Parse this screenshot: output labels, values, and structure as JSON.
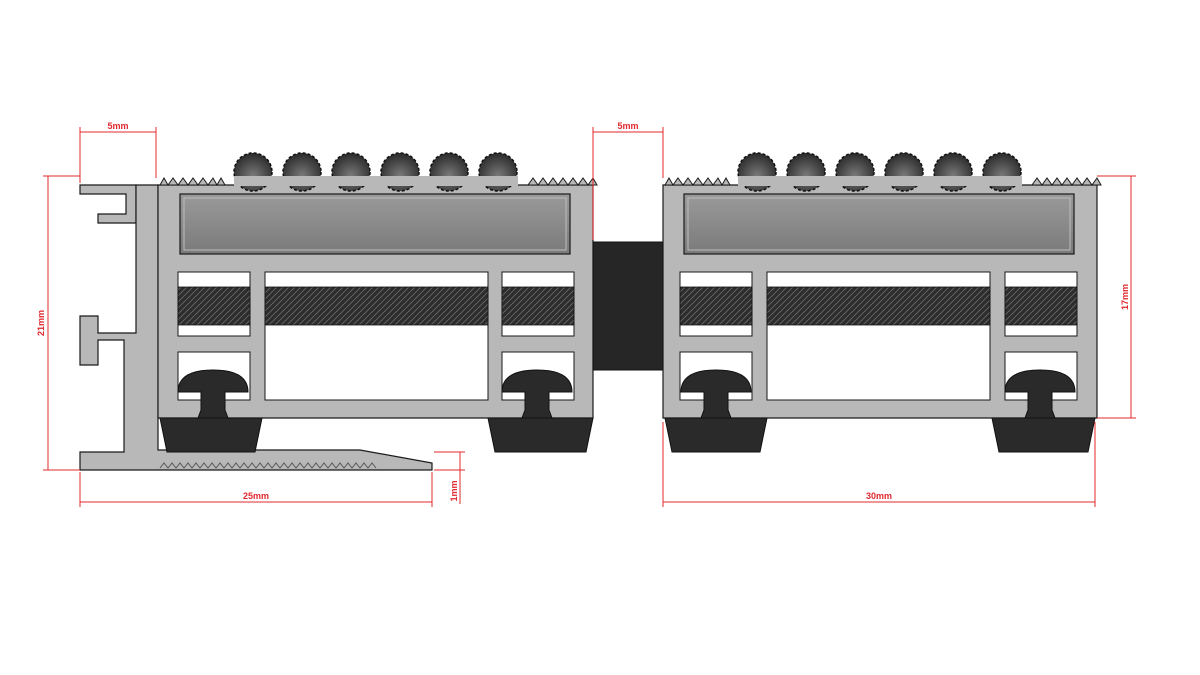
{
  "colors": {
    "background": "#ffffff",
    "dimension": "#e0282e",
    "aluminium": "#b8b8b8",
    "aluminium_dark": "#8e8e8e",
    "outline": "#1a1a1a",
    "insert_grey": "#8c8c8c",
    "rubber": "#2a2a2a",
    "coir": "#3a3a3a"
  },
  "dimensions": {
    "top_left": "5mm",
    "top_gap": "5mm",
    "height_left": "21mm",
    "height_right": "17mm",
    "width_left": "25mm",
    "width_right": "30mm",
    "ramp": "1mm"
  }
}
